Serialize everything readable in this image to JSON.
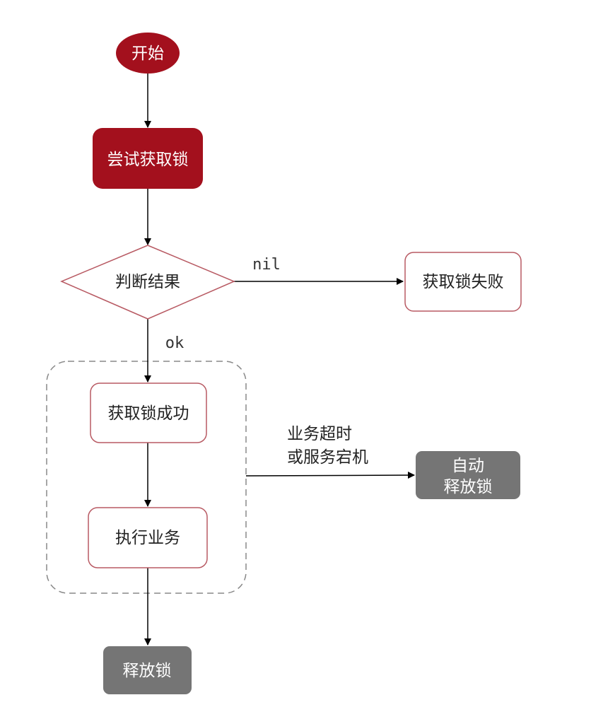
{
  "nodes": {
    "start": "开始",
    "try_lock": "尝试获取锁",
    "judge": "判断结果",
    "fail": "获取锁失败",
    "success": "获取锁成功",
    "execute": "执行业务",
    "release": "释放锁",
    "auto_release_line1": "自动",
    "auto_release_line2": "释放锁"
  },
  "edges": {
    "nil": "nil",
    "ok": "ok",
    "timeout_line1": "业务超时",
    "timeout_line2": "或服务宕机"
  },
  "colors": {
    "dark_red": "#a3101d",
    "border_red": "#b85a63",
    "gray": "#757575",
    "dash": "#888888",
    "text": "#222222"
  }
}
